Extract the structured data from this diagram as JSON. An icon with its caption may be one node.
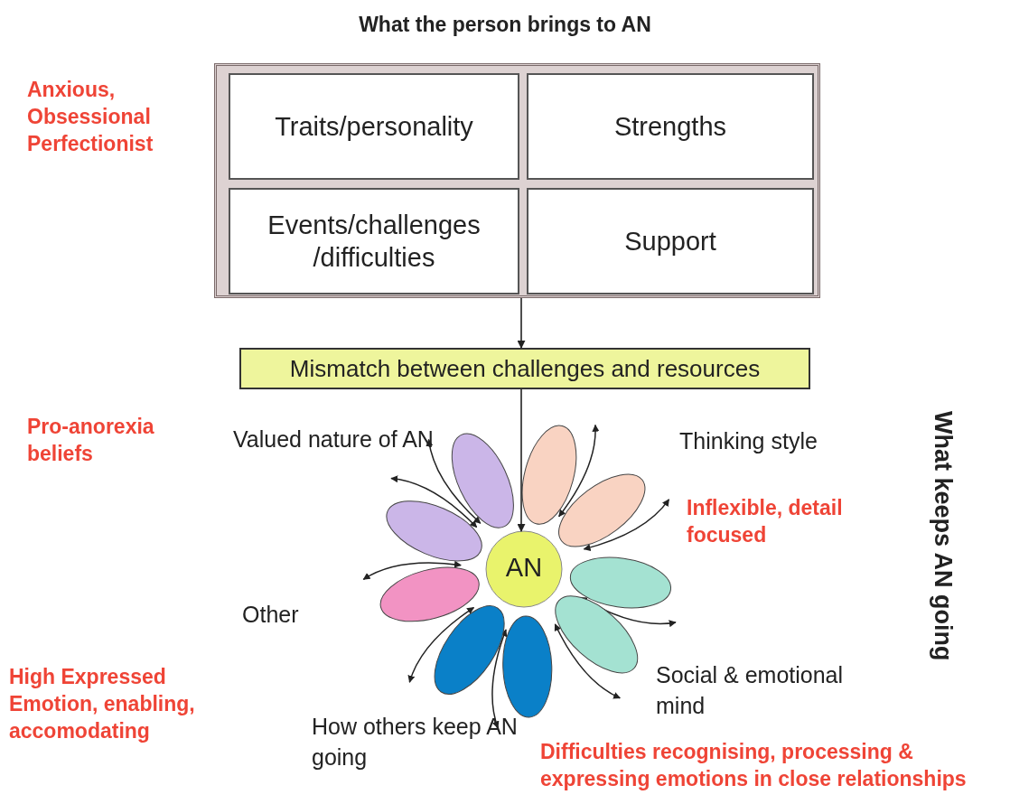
{
  "diagram": {
    "title": "What the person brings to AN",
    "nodes": [
      {
        "text": [],
        "shape": "box"
      },
      {
        "text": [
          "Traits/personality"
        ],
        "in": 0
      },
      {
        "text": [
          "Strengths"
        ],
        "in": 0
      },
      {
        "text": [
          "Events/challenges /difficulties"
        ],
        "in": 0
      },
      {
        "text": [
          "Support"
        ],
        "in": 0
      },
      {
        "text": [
          "Mismatch between challenges and resources"
        ]
      },
      {
        "text": [
          "AN"
        ]
      },
      {
        "text": [],
        "shape": "ellipse"
      },
      {
        "text": [],
        "shape": "ellipse"
      },
      {
        "text": [],
        "shape": "ellipse"
      },
      {
        "text": [],
        "shape": "ellipse"
      },
      {
        "text": [],
        "shape": "ellipse"
      },
      {
        "text": [],
        "shape": "ellipse"
      },
      {
        "text": [],
        "shape": "ellipse"
      },
      {
        "text": [],
        "shape": "ellipse"
      },
      {
        "text": [],
        "shape": "ellipse"
      }
    ],
    "edges": [
      {
        "from": 0,
        "to": 5,
        "arrow": "to"
      },
      {
        "from": 5,
        "to": 6,
        "arrow": "to"
      }
    ],
    "labels": [
      "Anxious, Obsessional Perfectionist",
      "Pro-anorexia beliefs",
      "Valued nature of AN",
      "Thinking style",
      "Inflexible, detail focused",
      "Other",
      "Social & emotional mind",
      "High Expressed Emotion, enabling, accomodating",
      "How others keep AN going",
      "Difficulties recognising, processing & expressing emotions in close relationships",
      "What keeps AN going"
    ]
  }
}
